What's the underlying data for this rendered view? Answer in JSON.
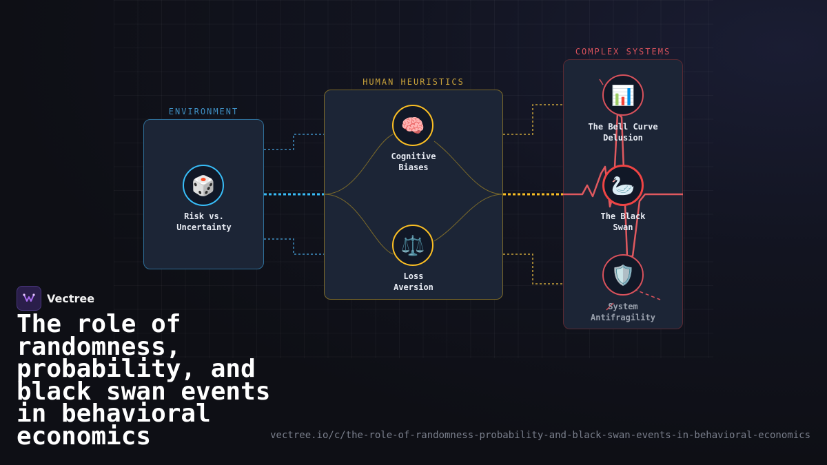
{
  "groups": {
    "environment": {
      "label": "ENVIRONMENT",
      "color": "#3f90c4"
    },
    "heuristics": {
      "label": "HUMAN HEURISTICS",
      "color": "#c9a33b"
    },
    "complex": {
      "label": "COMPLEX SYSTEMS",
      "color": "#d9525c"
    }
  },
  "nodes": {
    "risk": {
      "icon": "dice-icon",
      "glyph": "🎲",
      "line1": "Risk vs.",
      "line2": "Uncertainty"
    },
    "biases": {
      "icon": "brain-icon",
      "glyph": "🧠",
      "line1": "Cognitive",
      "line2": "Biases"
    },
    "loss": {
      "icon": "balance-scale-icon",
      "glyph": "⚖️",
      "line1": "Loss",
      "line2": "Aversion"
    },
    "bell": {
      "icon": "bar-chart-icon",
      "glyph": "📊",
      "line1": "The Bell Curve",
      "line2": "Delusion"
    },
    "swan": {
      "icon": "swan-icon",
      "glyph": "🦢",
      "line1": "The Black",
      "line2": "Swan"
    },
    "antifragile": {
      "icon": "shield-icon",
      "glyph": "🛡️",
      "line1": "System",
      "line2": "Antifragility"
    }
  },
  "brand": {
    "name": "Vectree",
    "logo": "vectree-logo-icon"
  },
  "title": "The role of randomness, probability, and black swan events in behavioral economics",
  "url": "vectree.io/c/the-role-of-randomness-probability-and-black-swan-events-in-behavioral-economics",
  "colors": {
    "env": "#3f90c4",
    "env_bright": "#38bdf8",
    "heur": "#c9a33b",
    "heur_bright": "#fbbf24",
    "sys": "#d9525c",
    "sys_bright": "#ef4444",
    "box_fill": "#1c2536"
  }
}
